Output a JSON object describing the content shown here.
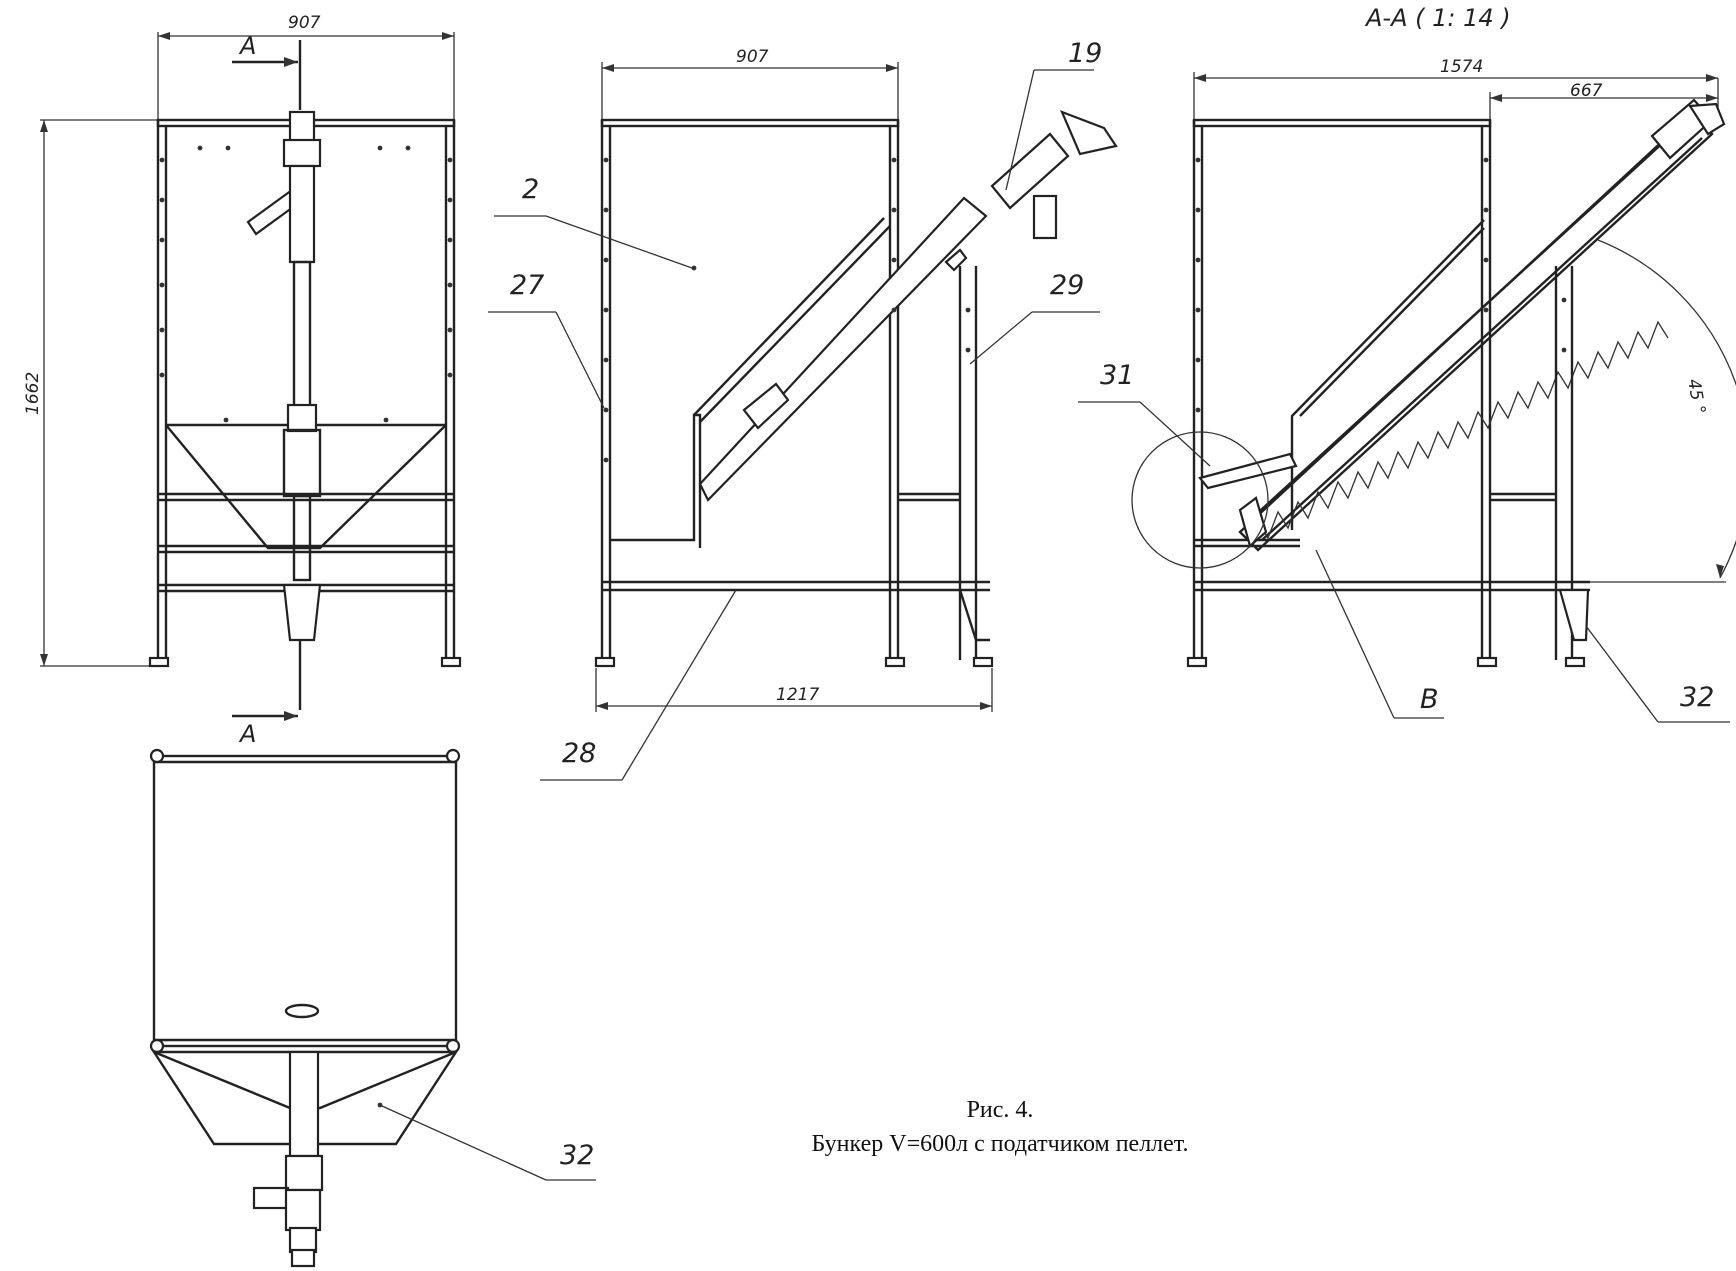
{
  "section_title": "A-A ( 1: 14 )",
  "section_marks": {
    "top": "A",
    "bottom": "A"
  },
  "dimensions": {
    "front_width": "907",
    "front_height": "1662",
    "side_width": "907",
    "side_base": "1217",
    "section_width": "1574",
    "section_feeder": "667",
    "section_angle": "45 °"
  },
  "callouts": {
    "c19": "19",
    "c2": "2",
    "c27": "27",
    "c29": "29",
    "c28": "28",
    "c31": "31",
    "cB": "B",
    "c32a": "32",
    "c32b": "32"
  },
  "caption": {
    "line1": "Рис. 4.",
    "line2": "Бункер V=600л с податчиком пеллет."
  }
}
